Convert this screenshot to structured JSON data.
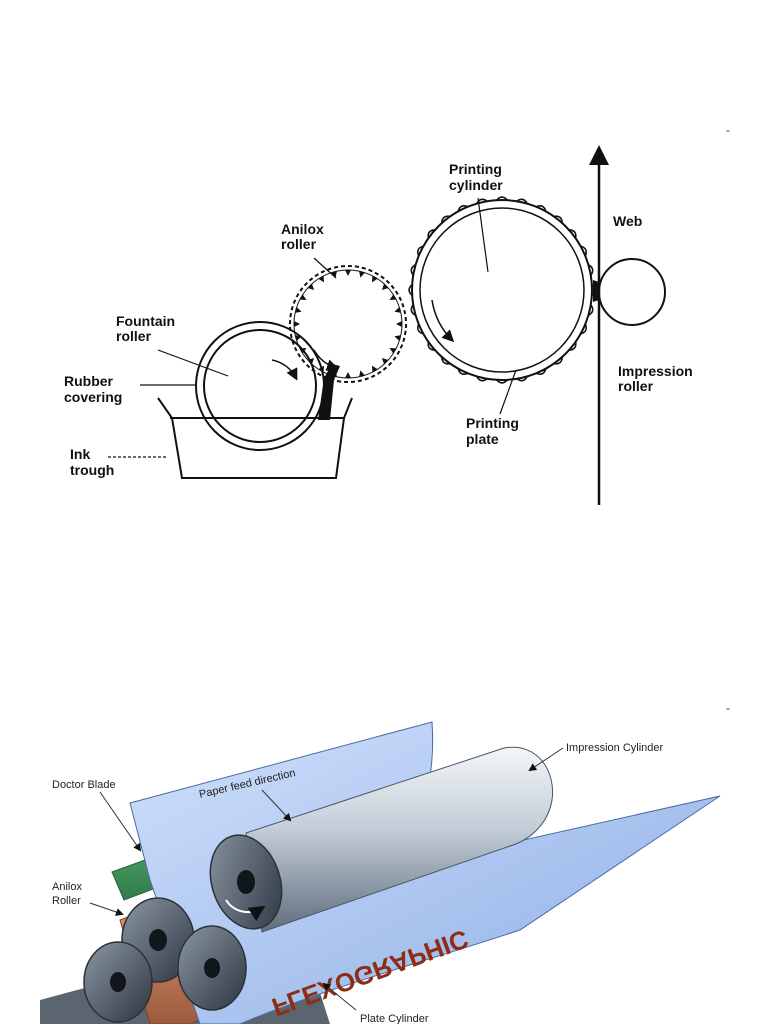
{
  "diagram_top": {
    "labels": {
      "printing_cylinder_1": "Printing",
      "printing_cylinder_2": "cylinder",
      "anilox_1": "Anilox",
      "anilox_2": "roller",
      "fountain_1": "Fountain",
      "fountain_2": "roller",
      "rubber_1": "Rubber",
      "rubber_2": "covering",
      "ink_1": "Ink",
      "ink_2": "trough",
      "plate_1": "Printing",
      "plate_2": "plate",
      "web": "Web",
      "impression_1": "Impression",
      "impression_2": "roller"
    }
  },
  "diagram_bottom": {
    "labels": {
      "doctor_blade": "Doctor Blade",
      "anilox_1": "Anilox",
      "anilox_2": "Roller",
      "paper_feed": "Paper feed direction",
      "impression": "Impression Cylinder",
      "plate_cylinder": "Plate Cylinder",
      "flexo": "FLEXOGRAPHIC"
    },
    "colors": {
      "paper": "#a9c3ef",
      "green_roller": "#3d9a5a",
      "plate_copper": "#d98e6a",
      "impression_grey": "#a9b6c4",
      "roller_dark": "#3c4753"
    }
  }
}
